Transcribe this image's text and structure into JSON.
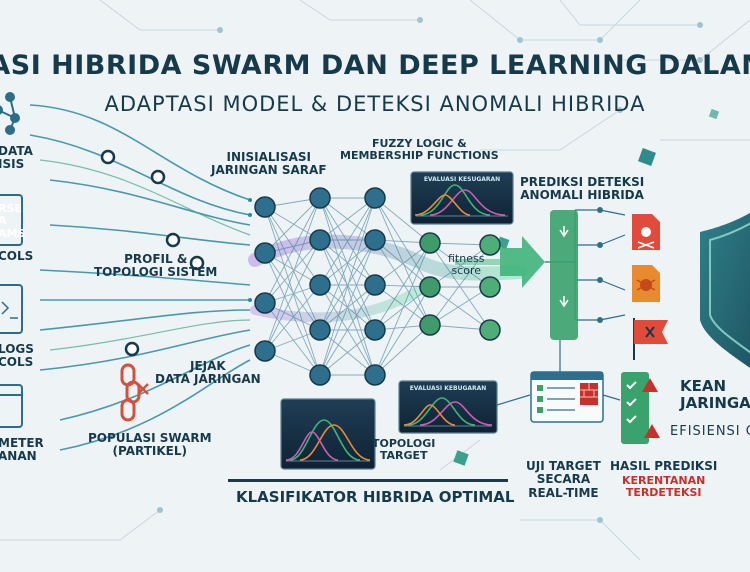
{
  "header": {
    "title": "MASI HIBRIDA SWARM DAN DEEP LEARNING DALAM PERTAHANAN",
    "subtitle": "ADAPTASI MODEL & DETEKSI ANOMALI HIBRIDA"
  },
  "left_labels": {
    "data_analisis": "DATA\nISIS",
    "diverse_streams": "RSE\nA\nAMS",
    "cols_1": "COLS",
    "logs_cols": "LOGS\nCOLS",
    "meter_hanan": "METER\nANAN"
  },
  "stages": {
    "profil": "PROFIL &\nTOPOLOGI SISTEM",
    "jejak": "JEJAK\nDATA JARINGAN",
    "populasi": "POPULASI SWARM\n(PARTIKEL)",
    "inisialisasi": "INISIALISASI\nJARINGAN SARAF",
    "fuzzy": "FUZZY LOGIC &\nMEMBERSHIP FUNCTIONS",
    "fitness": "fitness\nscore",
    "topologi_target": "TOPOLOGI\nTARGET",
    "prediksi": "PREDIKSI DETEKSI\nANOMALI HIBRIDA",
    "uji_target": "UJI TARGET\nSECARA\nREAL-TIME",
    "hasil": "HASIL PREDIKSI",
    "kerentanan": "KERENTANAN\nTERDETEKSI",
    "keamanan": "KEAN\nJARINGA",
    "efisiensi": "EFISIENSI C"
  },
  "panels": {
    "top_panel_title": "EVALUASI KESUGARAN",
    "bottom_panel_title": "EVALUASI KEBUGARAN"
  },
  "footer": {
    "classifier": "KLASIFIKATOR HIBRIDA OPTIMAL"
  },
  "colors": {
    "navy": "#173a4a",
    "node_blue": "#2d6f8c",
    "node_green": "#3f9c6a",
    "arrow_green": "#3fb47a",
    "alert_red": "#c8312b",
    "shield": "#2b6f7c"
  }
}
